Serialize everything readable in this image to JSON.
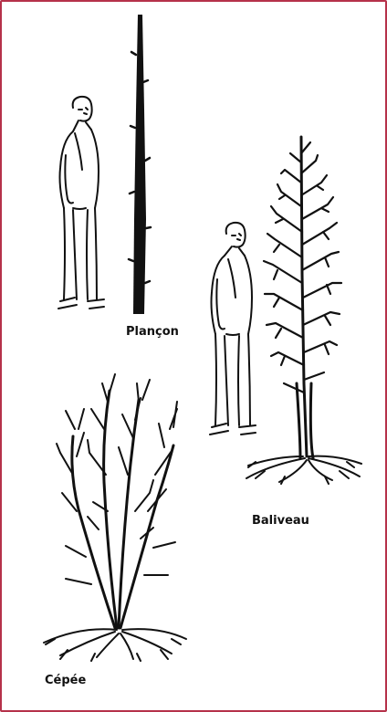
{
  "figure": {
    "captions": {
      "plancon": "Plançon",
      "baliveau": "Baliveau",
      "cepee": "Cépée"
    },
    "colors": {
      "frame_border": "#b5324a",
      "ink": "#111111",
      "background": "#ffffff"
    },
    "icons": [
      "person-figure-icon",
      "pole-stake-icon",
      "standard-tree-icon",
      "coppice-tree-icon"
    ]
  }
}
